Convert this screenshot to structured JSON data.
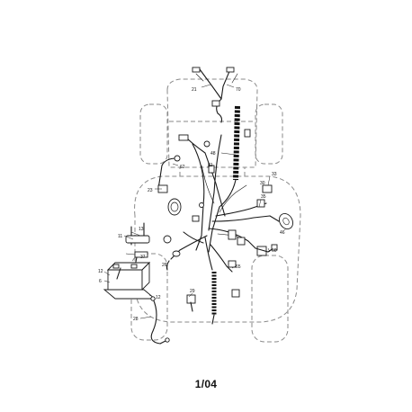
{
  "callouts": {
    "c21": "21",
    "c70": "70",
    "c48": "48",
    "c81": "81",
    "c62": "62",
    "c23": "23",
    "c33": "33",
    "c30": "30",
    "c35": "35",
    "c46": "46",
    "c13": "13",
    "c11": "11",
    "c37": "37",
    "c12": "12",
    "c6": "6",
    "c28": "28",
    "c26": "26",
    "c29": "29",
    "c65": "65",
    "c60": "60"
  },
  "footer": {
    "date_code": "1/04"
  }
}
